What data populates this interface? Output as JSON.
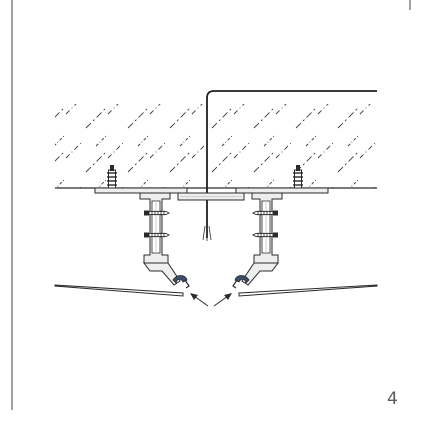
{
  "step_number": "4",
  "colors": {
    "outline": "#2b2b2b",
    "hatch": "#3a3a3a",
    "profile_fill": "#eeeeee",
    "profile_shadow": "#cfcfcf",
    "clip_fill": "#3d4f67",
    "page": "#ffffff"
  },
  "icons": [
    "ceiling-hatch",
    "wall-plug",
    "screw",
    "aluminium-profile",
    "spring-clip",
    "push-arrow",
    "power-cable",
    "false-ceiling-panel"
  ]
}
